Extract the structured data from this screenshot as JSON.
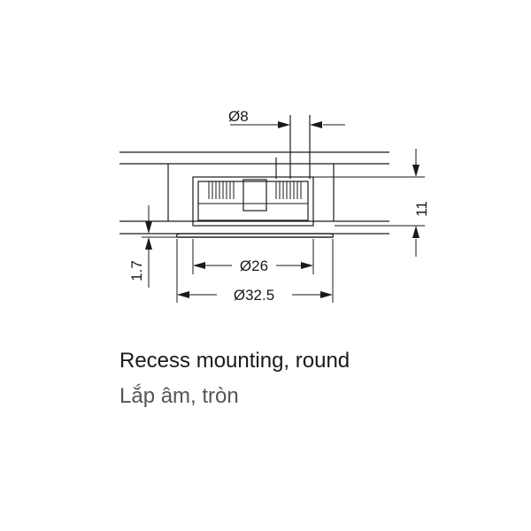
{
  "dimensions": {
    "cable_diameter": "Ø8",
    "inner_diameter": "Ø26",
    "outer_diameter": "Ø32.5",
    "flange_thickness": "1.7",
    "height": "11"
  },
  "caption": {
    "en": "Recess mounting, round",
    "vi": "Lắp âm, tròn"
  },
  "colors": {
    "line": "#1a1a1a",
    "caption_secondary": "#555555"
  }
}
